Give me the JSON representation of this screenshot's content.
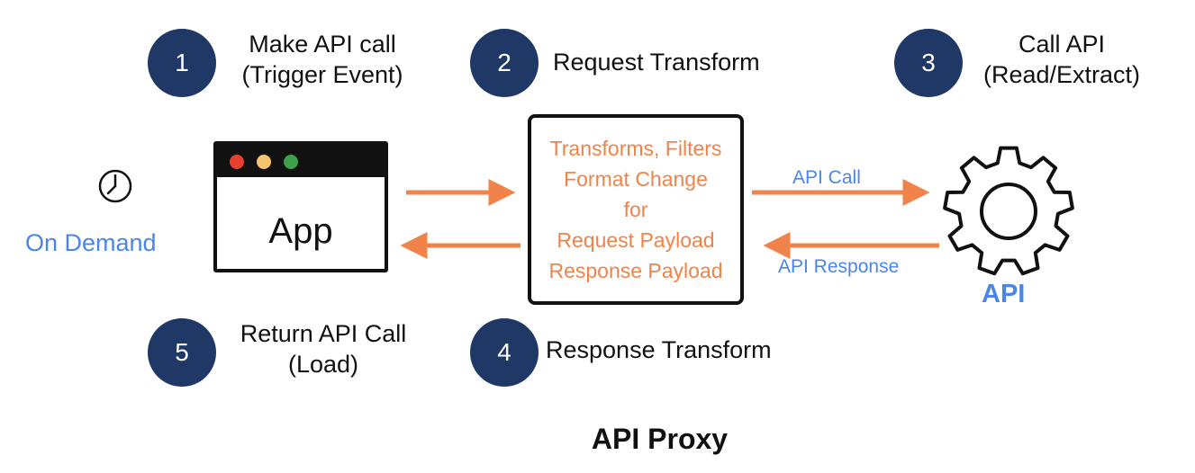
{
  "steps": [
    {
      "number": "1",
      "line1": "Make API call",
      "line2": "(Trigger Event)"
    },
    {
      "number": "2",
      "line1": "Request Transform",
      "line2": ""
    },
    {
      "number": "3",
      "line1": "Call API",
      "line2": "(Read/Extract)"
    },
    {
      "number": "4",
      "line1": "Response Transform",
      "line2": ""
    },
    {
      "number": "5",
      "line1": "Return API Call",
      "line2": "(Load)"
    }
  ],
  "trigger": {
    "label": "On Demand",
    "icon": "clock-icon"
  },
  "app": {
    "label": "App",
    "window_dots": [
      "#e8402f",
      "#f5c471",
      "#3aa14a"
    ]
  },
  "transform_box": {
    "lines": [
      "Transforms, Filters",
      "Format Change",
      "for",
      "Request Payload",
      "Response Payload"
    ]
  },
  "edges": {
    "api_call": "API Call",
    "api_response": "API Response"
  },
  "api": {
    "label": "API",
    "icon": "gear-icon"
  },
  "title": "API Proxy",
  "colors": {
    "step_circle": "#1f3866",
    "arrow": "#f0834a",
    "accent_blue": "#4a86e8",
    "transform_text": "#f0834a"
  }
}
